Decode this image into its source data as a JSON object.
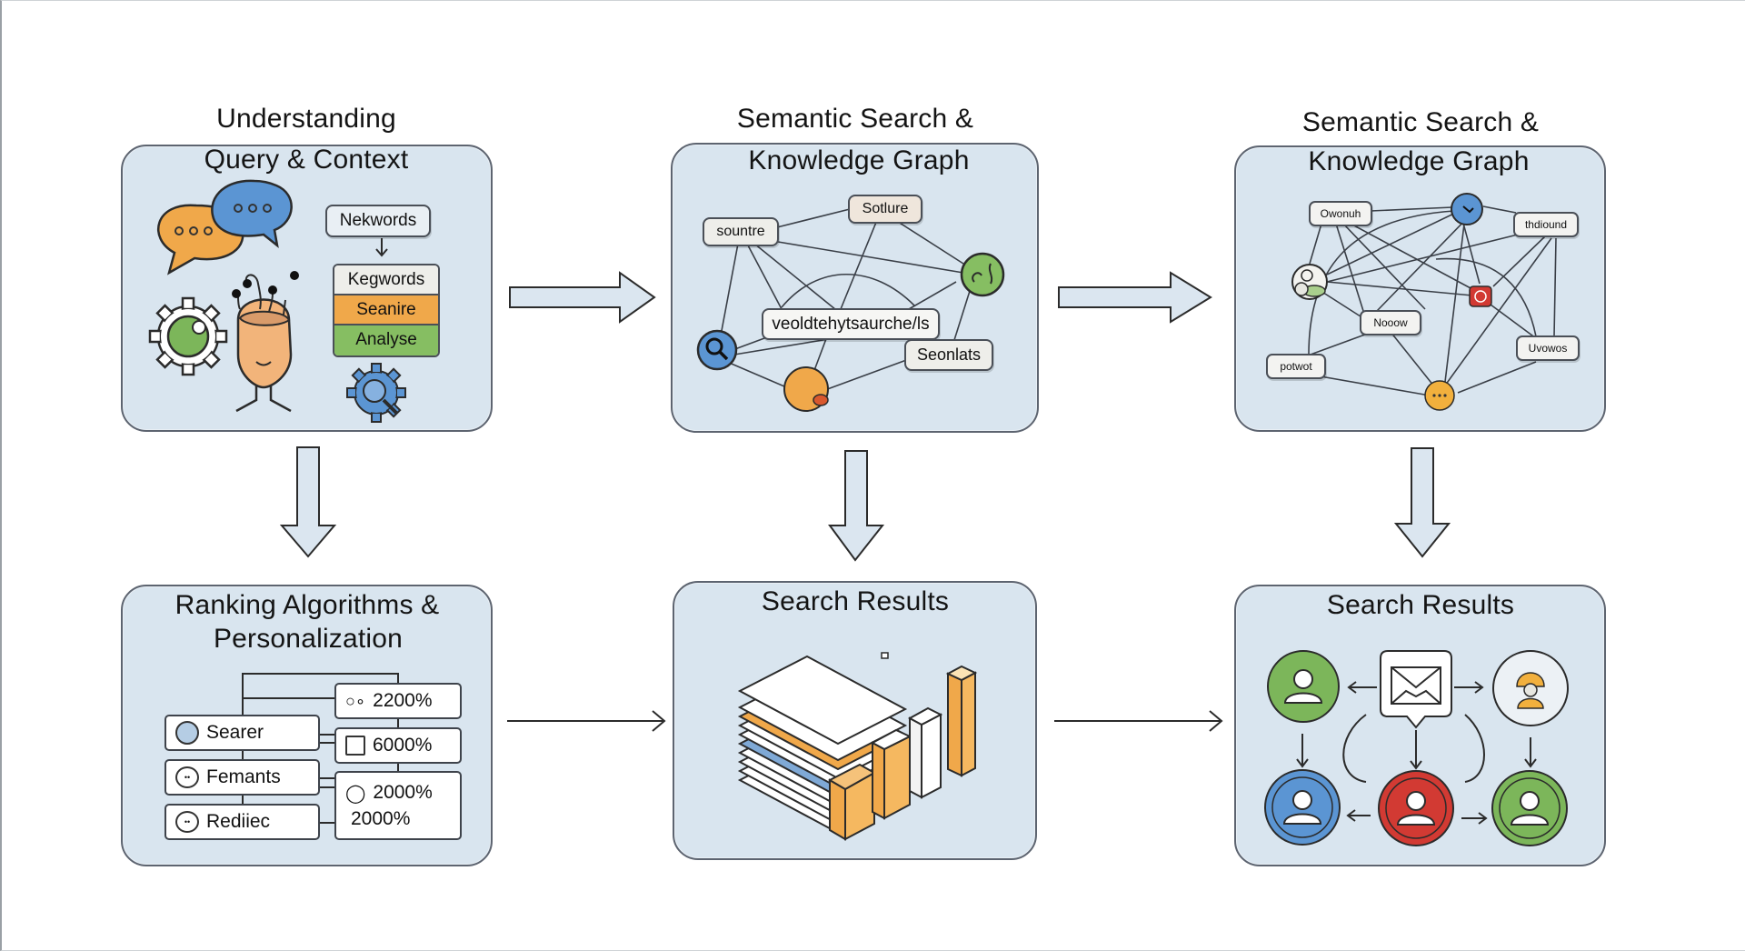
{
  "diagram": {
    "panels": {
      "query_context": {
        "title_line1": "Understanding",
        "title_line2": "Query & Context",
        "keywords_box": "Nekwords",
        "stack": [
          {
            "label": "Kegwords",
            "color": "#eeeeea"
          },
          {
            "label": "Seanire",
            "color": "#f0a84a"
          },
          {
            "label": "Analyse",
            "color": "#86be62"
          }
        ],
        "icons": [
          "speech-bubbles-icon",
          "gear-icon",
          "person-head-icon",
          "gear-search-icon"
        ]
      },
      "semantic_graph_1": {
        "title_line1": "Semantic Search &",
        "title_line2": "Knowledge Graph",
        "nodes": [
          "sountre",
          "Sotlure",
          "veoldtehytsaurche/ls",
          "Seonlats"
        ],
        "icons": [
          "search-node-icon",
          "globe-node-icon",
          "orange-node-icon"
        ]
      },
      "semantic_graph_2": {
        "title_line1": "Semantic Search &",
        "title_line2": "Knowledge Graph",
        "nodes": [
          "Owonuh",
          "thdiound",
          "Nooow",
          "potwot",
          "Uvowos"
        ],
        "icons": [
          "blue-node-icon",
          "green-node-icon",
          "red-node-icon",
          "chat-node-icon"
        ]
      },
      "ranking": {
        "title_line1": "Ranking Algorithms &",
        "title_line2": "Personalization",
        "left_items": [
          {
            "label": "Searer",
            "icon": "user-search-icon"
          },
          {
            "label": "Femants",
            "icon": "chat-face-icon"
          },
          {
            "label": "Rediiec",
            "icon": "chat-face-icon"
          }
        ],
        "right_items": [
          {
            "value": "2200%",
            "icon": "circles-icon"
          },
          {
            "value": "6000%",
            "icon": "calendar-icon"
          },
          {
            "value": "2000%",
            "icon": "person-icon"
          },
          {
            "value": "2000%",
            "icon": ""
          }
        ]
      },
      "results_1": {
        "title": "Search Results",
        "icons": [
          "document-stack-icon",
          "bar-chart-icon"
        ]
      },
      "results_2": {
        "title": "Search Results",
        "icons": [
          "mail-icon",
          "user-green-icon",
          "user-worker-icon",
          "user-blue-icon",
          "user-red-icon",
          "user-green-2-icon"
        ]
      }
    },
    "colors": {
      "panel_fill": "#d9e5ef",
      "orange": "#f0a84a",
      "blue": "#5b95d3",
      "green": "#7cb65a",
      "red": "#d23a33"
    }
  }
}
